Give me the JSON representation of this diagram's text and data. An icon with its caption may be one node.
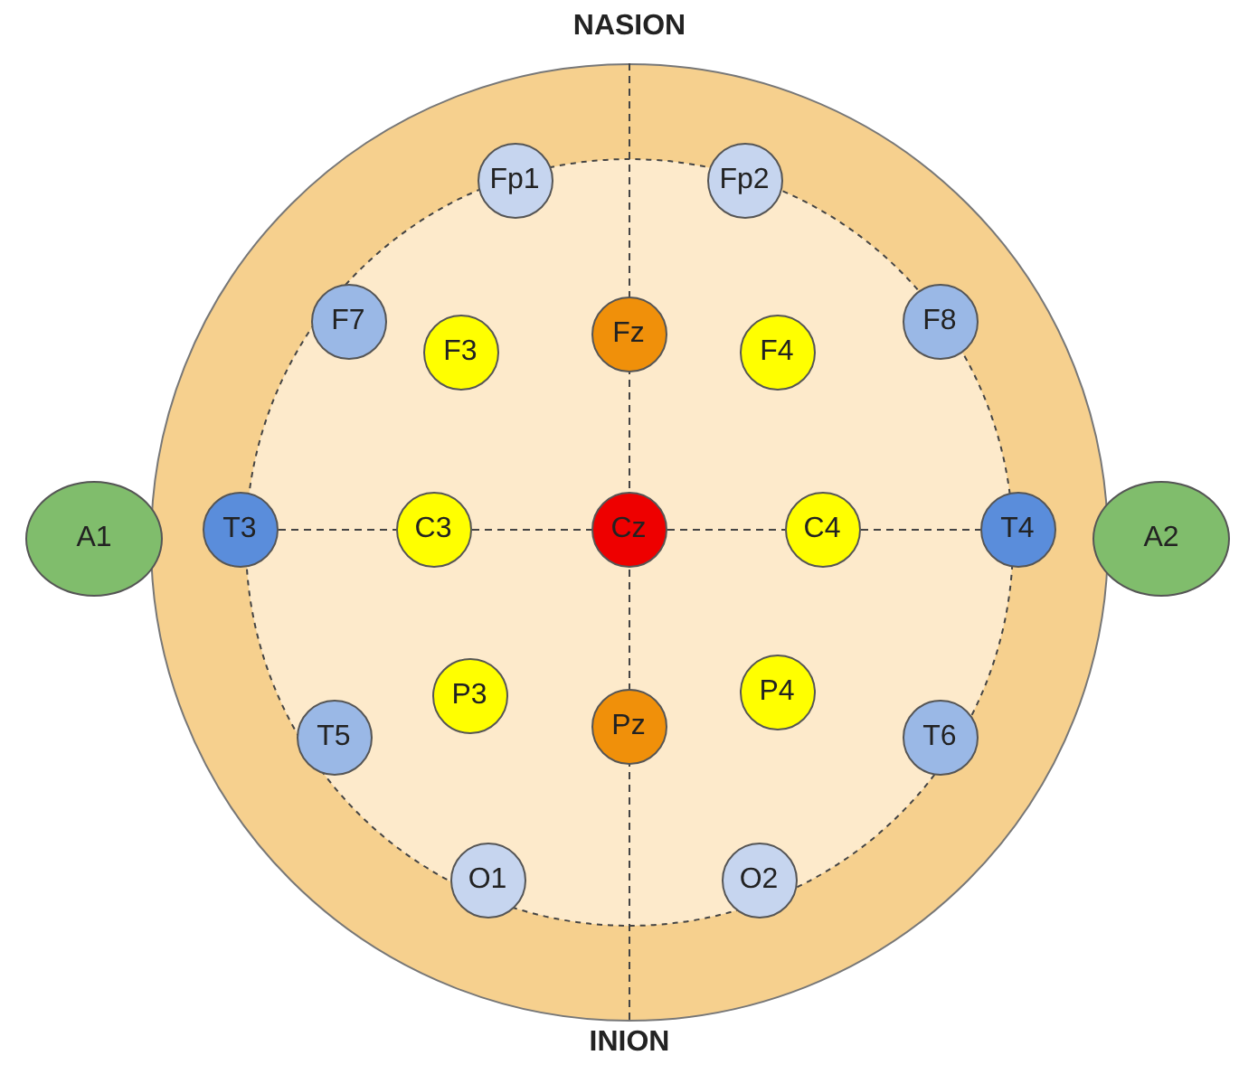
{
  "diagram": {
    "nodes": [
      {
        "text": [],
        "shape": "circle"
      },
      {
        "text": [
          "Fp1"
        ],
        "in": 0
      },
      {
        "text": [
          "Fp2"
        ],
        "in": 0
      },
      {
        "text": [
          "F7"
        ],
        "in": 0
      },
      {
        "text": [
          "F3"
        ],
        "in": 0
      },
      {
        "text": [
          "Fz"
        ],
        "in": 0
      },
      {
        "text": [
          "F4"
        ],
        "in": 0
      },
      {
        "text": [
          "F8"
        ],
        "in": 0
      },
      {
        "text": [
          "A1"
        ]
      },
      {
        "text": [
          "T3"
        ],
        "in": 0
      },
      {
        "text": [
          "C3"
        ],
        "in": 0
      },
      {
        "text": [
          "Cz"
        ],
        "in": 0
      },
      {
        "text": [
          "C4"
        ],
        "in": 0
      },
      {
        "text": [
          "T4"
        ],
        "in": 0
      },
      {
        "text": [
          "A2"
        ]
      },
      {
        "text": [
          "T5"
        ],
        "in": 0
      },
      {
        "text": [
          "P3"
        ],
        "in": 0
      },
      {
        "text": [
          "Pz"
        ],
        "in": 0
      },
      {
        "text": [
          "P4"
        ],
        "in": 0
      },
      {
        "text": [
          "T6"
        ],
        "in": 0
      },
      {
        "text": [
          "O1"
        ],
        "in": 0
      },
      {
        "text": [
          "O2"
        ],
        "in": 0
      }
    ],
    "edges": [
      {
        "from": 9,
        "to": 10,
        "arrow": "none",
        "style": "dashed"
      },
      {
        "from": 10,
        "to": 11,
        "arrow": "none",
        "style": "dashed"
      },
      {
        "from": 11,
        "to": 12,
        "arrow": "none",
        "style": "dashed"
      },
      {
        "from": 12,
        "to": 13,
        "arrow": "none",
        "style": "dashed"
      }
    ],
    "labels": [
      "NASION",
      "INION"
    ]
  }
}
